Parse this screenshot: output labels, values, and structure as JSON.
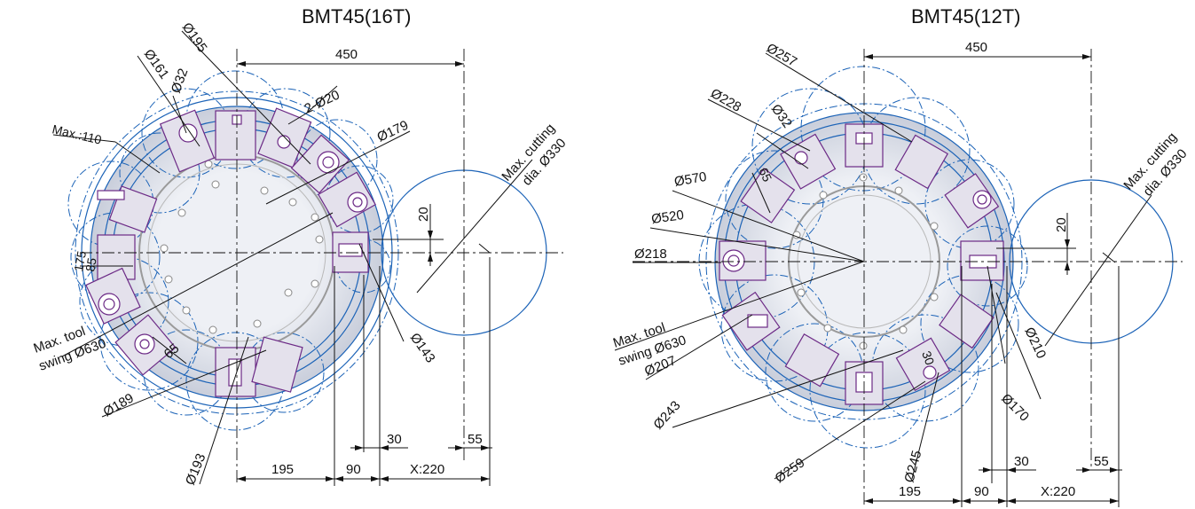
{
  "left": {
    "title": "BMT45(16T)",
    "labels": {
      "d195": "Ø195",
      "d161": "Ø161",
      "d32": "Ø32",
      "d2x20": "2-Ø20",
      "d179": "Ø179",
      "max110": "Max.:110",
      "d450": "450",
      "d20": "20",
      "d175": "175",
      "d85": "85",
      "maxtool1": "Max. tool",
      "maxtool2": "swing Ø630",
      "maxcut1": "Max. cutting",
      "maxcut2": "dia. Ø330",
      "d143": "Ø143",
      "d65": "65",
      "d189": "Ø189",
      "d193": "Ø193",
      "d30": "30",
      "d55": "55",
      "d195b": "195",
      "d90": "90",
      "x220": "X:220"
    }
  },
  "right": {
    "title": "BMT45(12T)",
    "labels": {
      "d257": "Ø257",
      "d228": "Ø228",
      "d32": "Ø32",
      "d65": "65",
      "d570": "Ø570",
      "d520": "Ø520",
      "d218": "Ø218",
      "d450": "450",
      "d20": "20",
      "maxtool1": "Max. tool",
      "maxtool2": "swing Ø630",
      "d207": "Ø207",
      "maxcut1": "Max. cutting",
      "maxcut2": "dia. Ø330",
      "d210": "Ø210",
      "d170": "Ø170",
      "d243": "Ø243",
      "d259": "Ø259",
      "d245": "Ø245",
      "d30": "30",
      "d55": "55",
      "d195": "195",
      "d90": "90",
      "x220": "X:220",
      "c30": "30"
    }
  },
  "colors": {
    "blue_line": "#1c63b7",
    "turret_shade": "#d7dbe5",
    "holder_purple": "#6c2a86",
    "holder_fill": "#e4e1ec"
  }
}
